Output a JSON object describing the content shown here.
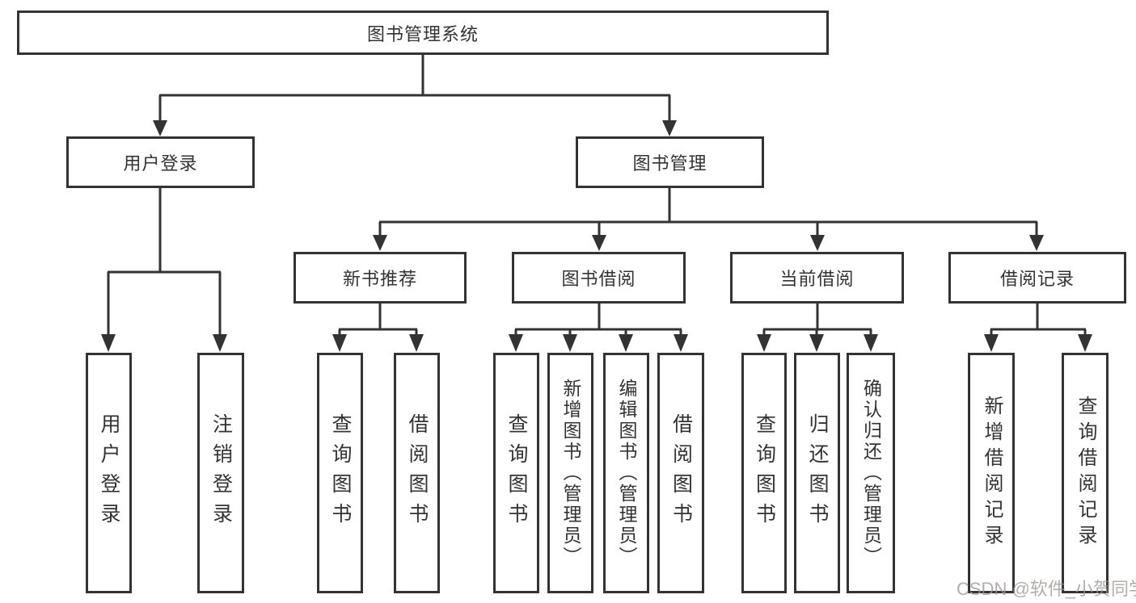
{
  "diagram": {
    "root": {
      "label": "图书管理系统"
    },
    "branches": [
      {
        "label": "用户登录",
        "children": [
          "用户登录",
          "注销登录"
        ]
      },
      {
        "label": "图书管理"
      }
    ],
    "modules": [
      {
        "label": "新书推荐",
        "children": [
          "查询图书",
          "借阅图书"
        ]
      },
      {
        "label": "图书借阅",
        "children": [
          "查询图书",
          "新增图书（管理员）",
          "编辑图书（管理员）",
          "借阅图书"
        ]
      },
      {
        "label": "当前借阅",
        "children": [
          "查询图书",
          "归还图书",
          "确认归还（管理员）"
        ]
      },
      {
        "label": "借阅记录",
        "children": [
          "新增借阅记录",
          "查询借阅记录"
        ]
      }
    ]
  },
  "watermark": {
    "text": "CSDN @软件_小贺同学"
  },
  "colors": {
    "line": "#333333",
    "box_border": "#333333",
    "box_background": "#ffffff",
    "text": "#333333",
    "watermark": "#9e9595",
    "background": "#ffffff"
  }
}
